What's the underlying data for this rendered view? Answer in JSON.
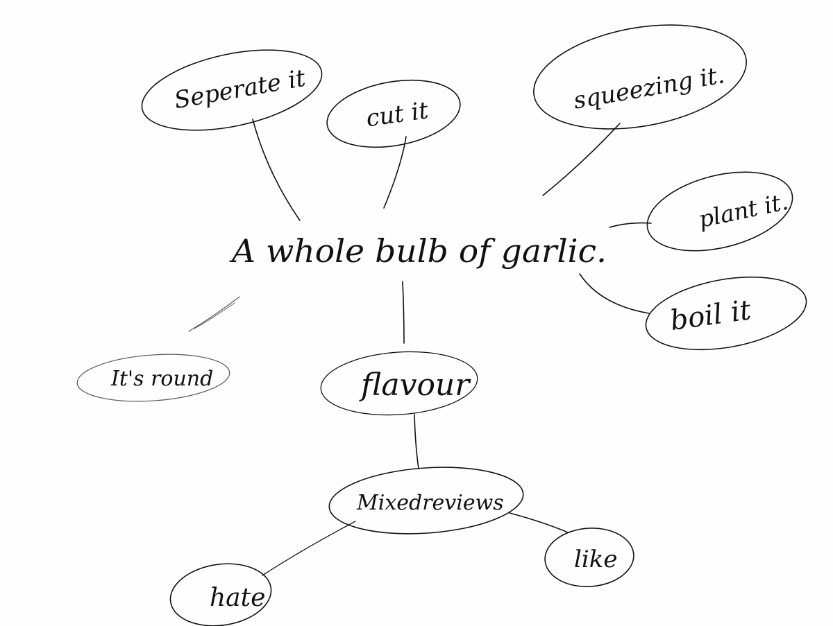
{
  "central_topic": "A whole bulb of garlic.",
  "nodes": {
    "separate": "Seperate it",
    "cut": "cut it",
    "squeeze": "squeezing it.",
    "plant": "plant it.",
    "boil": "boil it",
    "round": "It's round",
    "flavour": "flavour",
    "mixed_reviews": "Mixedreviews",
    "hate": "hate",
    "like": "like"
  },
  "colors": {
    "ink": "#111111",
    "paper": "#fefefe"
  }
}
